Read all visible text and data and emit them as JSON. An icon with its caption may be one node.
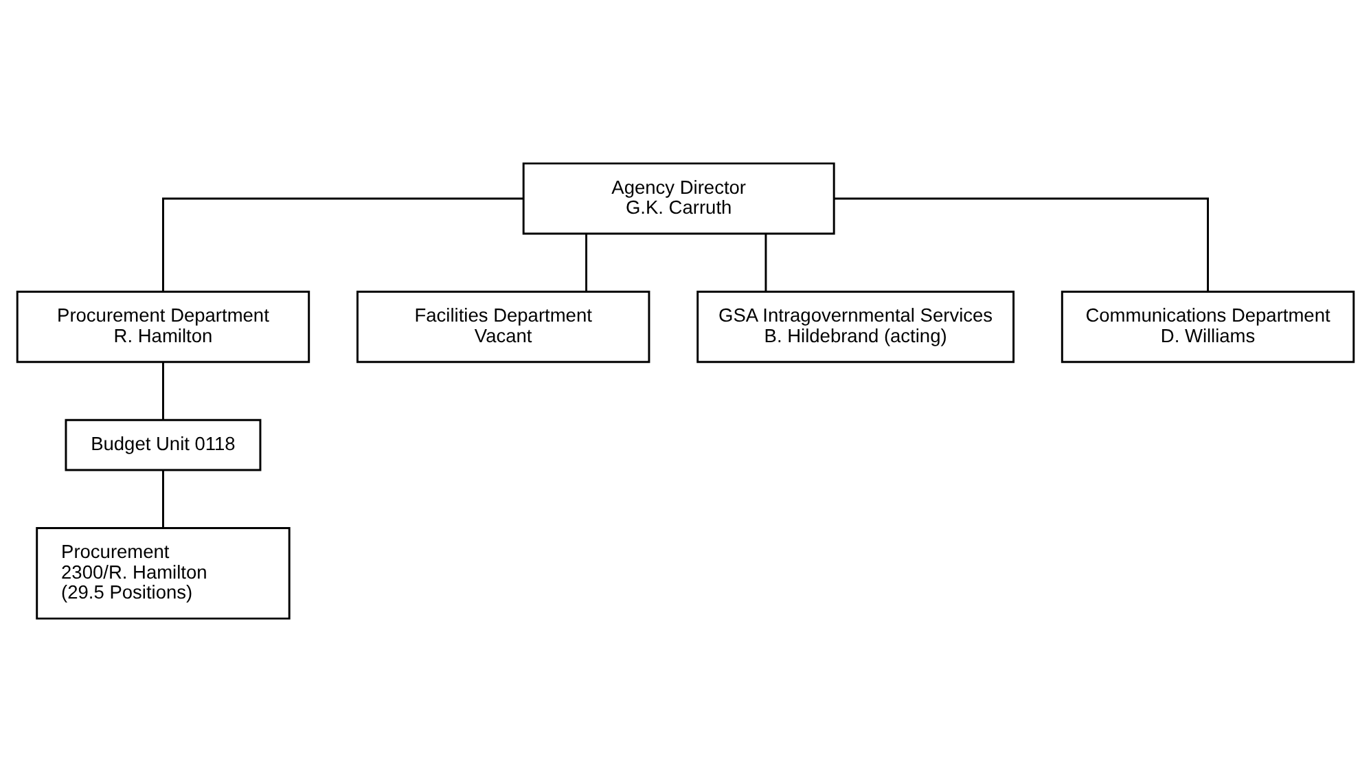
{
  "diagram": {
    "nodes": [
      {
        "text": [
          "Agency Director",
          "G.K. Carruth"
        ]
      },
      {
        "text": [
          "Procurement Department",
          "R. Hamilton"
        ]
      },
      {
        "text": [
          "Budget Unit 0118"
        ]
      },
      {
        "text": [
          "Procurement",
          "2300/R. Hamilton",
          "(29.5 Positions)"
        ]
      },
      {
        "text": [
          "Facilities Department",
          "Vacant"
        ]
      },
      {
        "text": [
          "GSA Intragovernmental Services",
          "B. Hildebrand (acting)"
        ]
      },
      {
        "text": [
          "Communications Department",
          "D. Williams"
        ]
      }
    ],
    "edges": [
      {
        "from": 0,
        "to": 1,
        "arrow": "none"
      },
      {
        "from": 1,
        "to": 2,
        "arrow": "none"
      },
      {
        "from": 2,
        "to": 3,
        "arrow": "none"
      },
      {
        "from": 0,
        "to": 4,
        "arrow": "none"
      },
      {
        "from": 0,
        "to": 5,
        "arrow": "none"
      },
      {
        "from": 0,
        "to": 6,
        "arrow": "none"
      }
    ]
  }
}
